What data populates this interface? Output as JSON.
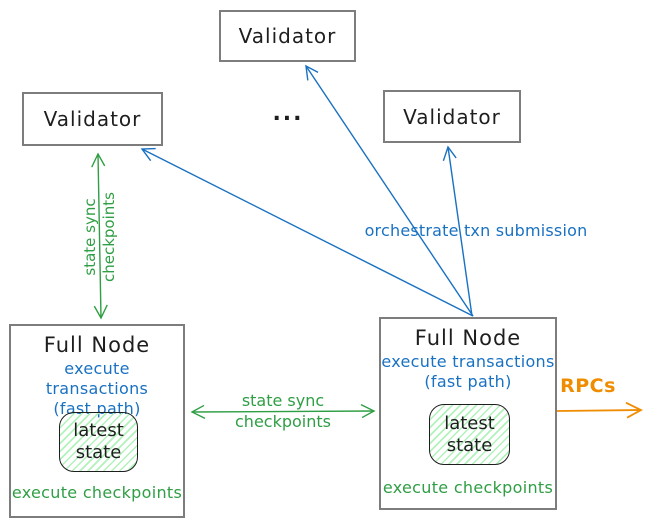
{
  "colors": {
    "blue": "#1971c2",
    "green": "#2f9e44",
    "orange": "#f08c00",
    "border_gray": "#7d7d7d",
    "ink": "#1e1e1e",
    "state_fill_line": "#b2f2bb"
  },
  "validators": {
    "top": {
      "label": "Validator"
    },
    "left": {
      "label": "Validator"
    },
    "right": {
      "label": "Validator"
    },
    "ellipsis": "..."
  },
  "full_nodes": {
    "left": {
      "title": "Full Node",
      "exec_transactions": "execute transactions",
      "fast_path": "(fast path)",
      "latest_state": "latest\nstate",
      "exec_checkpoints": "execute checkpoints"
    },
    "right": {
      "title": "Full Node",
      "exec_transactions": "execute transactions",
      "fast_path": "(fast path)",
      "latest_state": "latest\nstate",
      "exec_checkpoints": "execute checkpoints"
    }
  },
  "edges": {
    "state_sync_vertical": {
      "line1": "state sync",
      "line2": "checkpoints"
    },
    "state_sync_horizontal": {
      "line1": "state sync",
      "line2": "checkpoints"
    },
    "orchestrate": {
      "label": "orchestrate txn submission"
    },
    "rpcs": {
      "label": "RPCs"
    }
  }
}
